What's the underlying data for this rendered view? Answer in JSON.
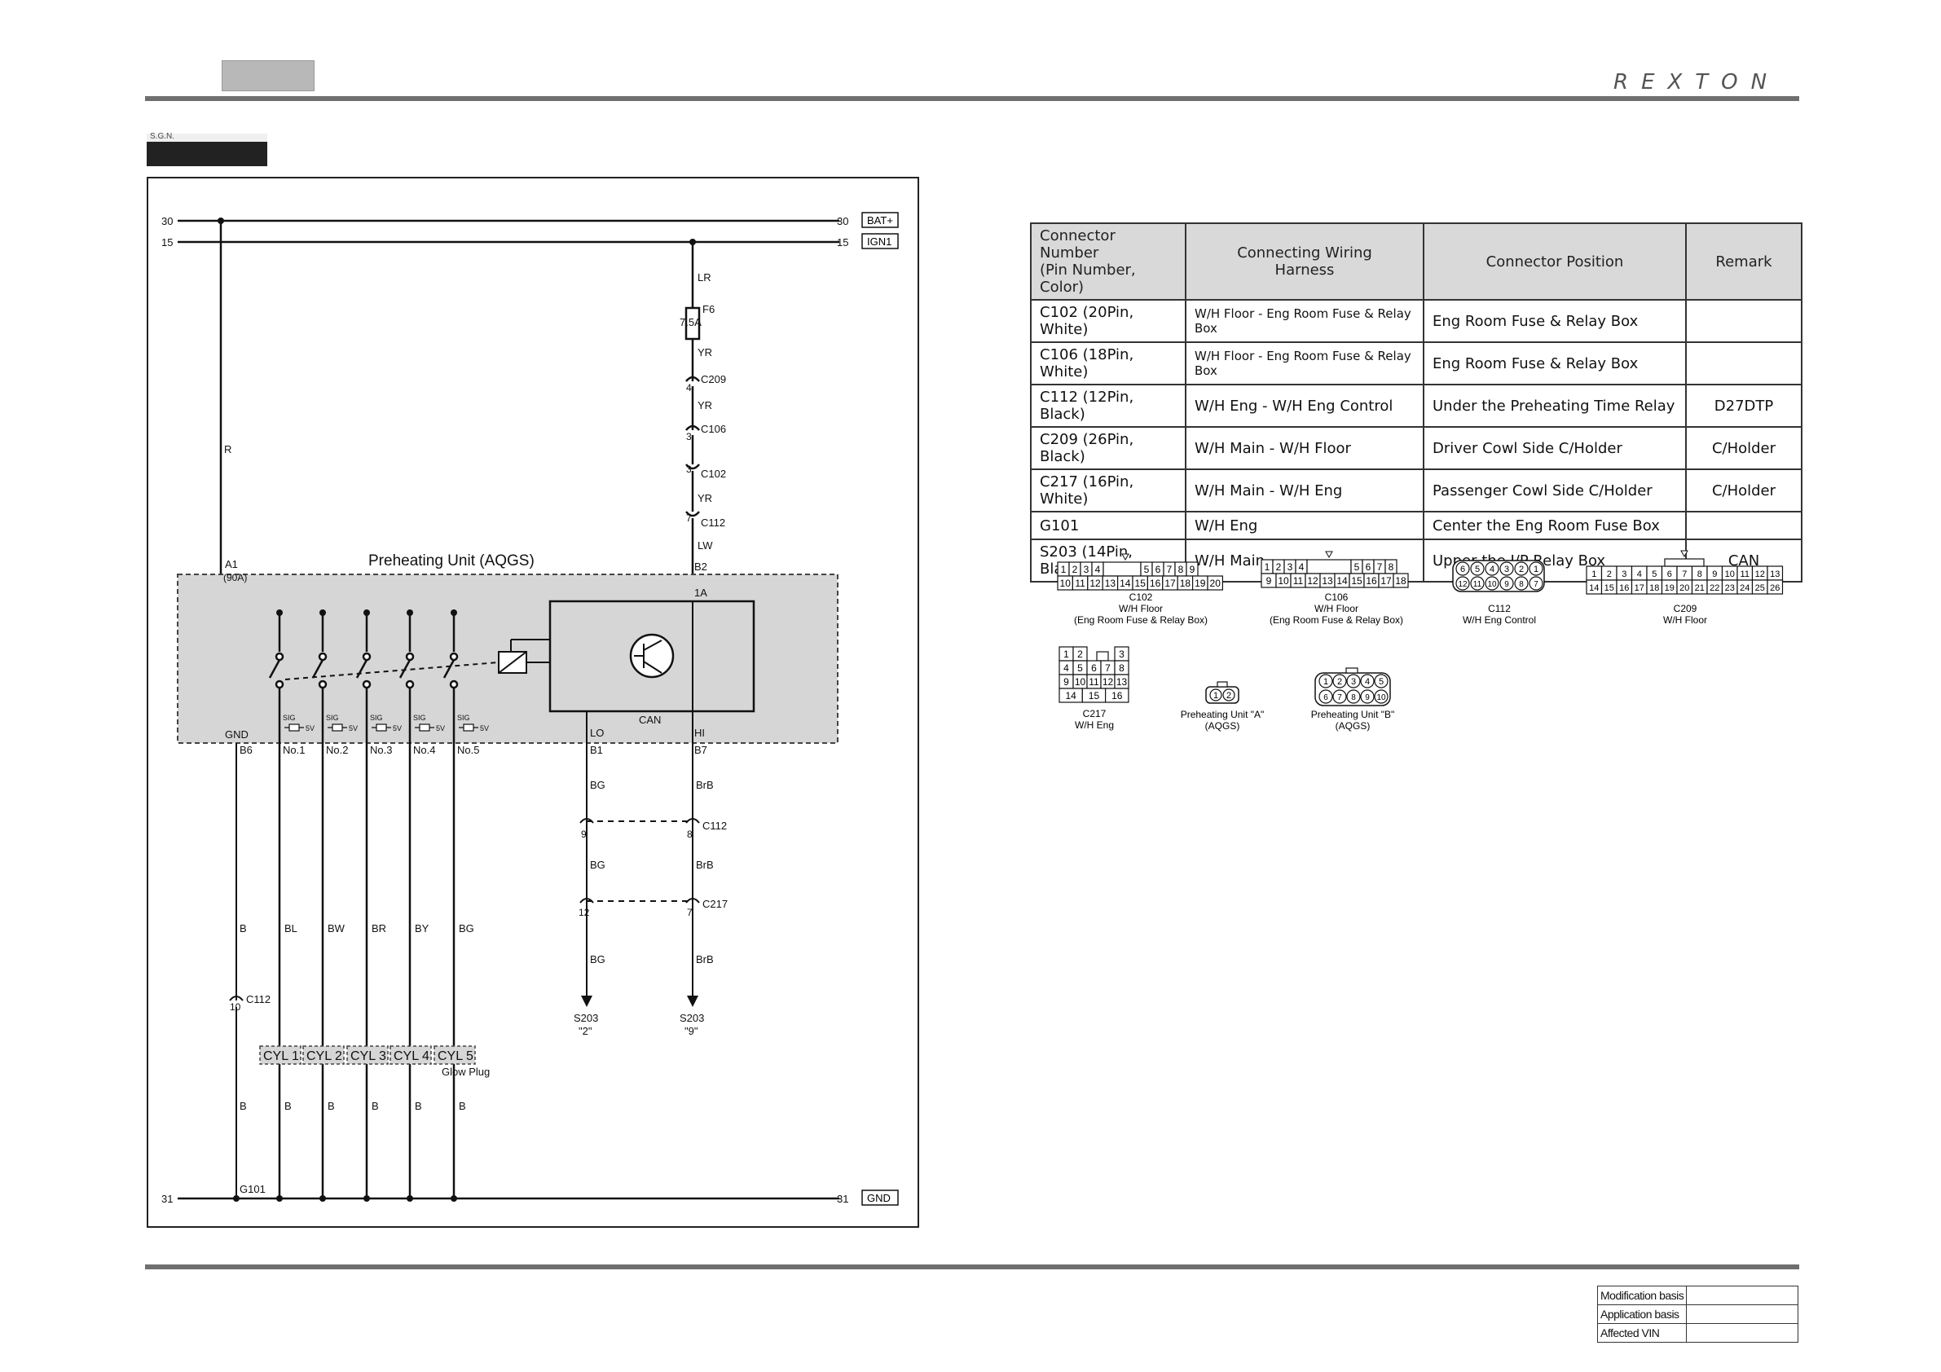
{
  "header": {
    "brand": "REXTON"
  },
  "diagram": {
    "rails": {
      "r30_left": "30",
      "r30_right": "30",
      "r30_tag": "BAT+",
      "r15_left": "15",
      "r15_right": "15",
      "r15_tag": "IGN1",
      "r31_left": "31",
      "r31_right": "31",
      "r31_tag": "GND"
    },
    "wire_r": "R",
    "feed_chain": {
      "lr": "LR",
      "fuse": "F6",
      "fuse_rating": "7.5A",
      "yr1": "YR",
      "c209_pin": "4",
      "c209": "C209",
      "yr2": "YR",
      "c106_pin": "3",
      "c106": "C106",
      "c102_pin": "3",
      "c102": "C102",
      "yr3": "YR",
      "c112_pin": "7",
      "c112": "C112",
      "lw": "LW"
    },
    "unit": {
      "title": "Preheating Unit (AQGS)",
      "a1": "A1",
      "a1_rating": "(90A)",
      "b2": "B2",
      "pin_1a": "1A",
      "gnd": "GND",
      "b6": "B6",
      "lo": "LO",
      "can": "CAN",
      "hi": "HI",
      "b1": "B1",
      "b7": "B7",
      "sig": "SIG",
      "five_v": "5V"
    },
    "channels": [
      "No.1",
      "No.2",
      "No.3",
      "No.4",
      "No.5"
    ],
    "channel_wires": [
      "BL",
      "BW",
      "BR",
      "BY",
      "BG"
    ],
    "gnd_wire": {
      "color": "B",
      "c112_pin": "10",
      "c112": "C112"
    },
    "can_wires": {
      "bg1": "BG",
      "brb1": "BrB",
      "pin9": "9",
      "pin8": "8",
      "c112": "C112",
      "bg2": "BG",
      "brb2": "BrB",
      "pin12": "12",
      "pin7": "7",
      "c217": "C217",
      "bg3": "BG",
      "brb3": "BrB",
      "s203_lo": "S203",
      "s203_lo_pin": "\"2\"",
      "s203_hi": "S203",
      "s203_hi_pin": "\"9\""
    },
    "cylinders": [
      "CYL 1",
      "CYL 2",
      "CYL 3",
      "CYL 4",
      "CYL 5"
    ],
    "glow_plug": "Glow Plug",
    "bottom_wires": [
      "B",
      "B",
      "B",
      "B",
      "B",
      "B"
    ],
    "g101": "G101"
  },
  "connector_table": {
    "headers": [
      "Connector Number\n(Pin Number, Color)",
      "Connecting Wiring\nHarness",
      "Connector Position",
      "Remark"
    ],
    "rows": [
      [
        "C102 (20Pin, White)",
        "W/H Floor - Eng Room Fuse & Relay Box",
        "Eng Room Fuse & Relay Box",
        ""
      ],
      [
        "C106 (18Pin, White)",
        "W/H Floor - Eng Room Fuse & Relay Box",
        "Eng Room Fuse & Relay Box",
        ""
      ],
      [
        "C112 (12Pin, Black)",
        "W/H Eng - W/H Eng Control",
        "Under the Preheating Time Relay",
        "D27DTP"
      ],
      [
        "C209 (26Pin, Black)",
        "W/H Main - W/H Floor",
        "Driver Cowl Side C/Holder",
        "C/Holder"
      ],
      [
        "C217 (16Pin, White)",
        "W/H Main - W/H Eng",
        "Passenger Cowl Side C/Holder",
        "C/Holder"
      ],
      [
        "G101",
        "W/H Eng",
        "Center the Eng Room Fuse Box",
        ""
      ],
      [
        "S203 (14Pin, Black)",
        "W/H Main",
        "Upper the I/P Relay Box",
        "CAN"
      ]
    ]
  },
  "connector_views": {
    "c102": {
      "name": "C102",
      "harness": "W/H Floor",
      "location": "(Eng Room Fuse & Relay Box)",
      "top": [
        "1",
        "2",
        "3",
        "4",
        "5",
        "6",
        "7",
        "8",
        "9"
      ],
      "bottom": [
        "10",
        "11",
        "12",
        "13",
        "14",
        "15",
        "16",
        "17",
        "18",
        "19",
        "20"
      ]
    },
    "c106": {
      "name": "C106",
      "harness": "W/H Floor",
      "location": "(Eng Room Fuse & Relay Box)",
      "top": [
        "1",
        "2",
        "3",
        "4",
        "5",
        "6",
        "7",
        "8"
      ],
      "bottom": [
        "9",
        "10",
        "11",
        "12",
        "13",
        "14",
        "15",
        "16",
        "17",
        "18"
      ]
    },
    "c112": {
      "name": "C112",
      "harness": "W/H Eng Control",
      "top": [
        "6",
        "5",
        "4",
        "3",
        "2",
        "1"
      ],
      "bottom": [
        "12",
        "11",
        "10",
        "9",
        "8",
        "7"
      ]
    },
    "c209": {
      "name": "C209",
      "harness": "W/H Floor",
      "top": [
        "1",
        "2",
        "3",
        "4",
        "5",
        "6",
        "7",
        "8",
        "9",
        "10",
        "11",
        "12",
        "13"
      ],
      "bottom": [
        "14",
        "15",
        "16",
        "17",
        "18",
        "19",
        "20",
        "21",
        "22",
        "23",
        "24",
        "25",
        "26"
      ]
    },
    "c217": {
      "name": "C217",
      "harness": "W/H Eng",
      "rows": [
        [
          "1",
          "2",
          "",
          "3"
        ],
        [
          "4",
          "5",
          "6",
          "7",
          "8"
        ],
        [
          "9",
          "10",
          "11",
          "12",
          "13"
        ],
        [
          "14",
          "15",
          "16"
        ]
      ]
    },
    "unit_a": {
      "name": "Preheating Unit \"A\"",
      "sub": "(AQGS)",
      "pins": [
        "1",
        "2"
      ]
    },
    "unit_b": {
      "name": "Preheating Unit \"B\"",
      "sub": "(AQGS)",
      "top": [
        "1",
        "2",
        "3",
        "4",
        "5"
      ],
      "bottom": [
        "6",
        "7",
        "8",
        "9",
        "10"
      ]
    }
  },
  "footer": {
    "modification": "Modification basis",
    "application": "Application basis",
    "vin": "Affected VIN"
  }
}
